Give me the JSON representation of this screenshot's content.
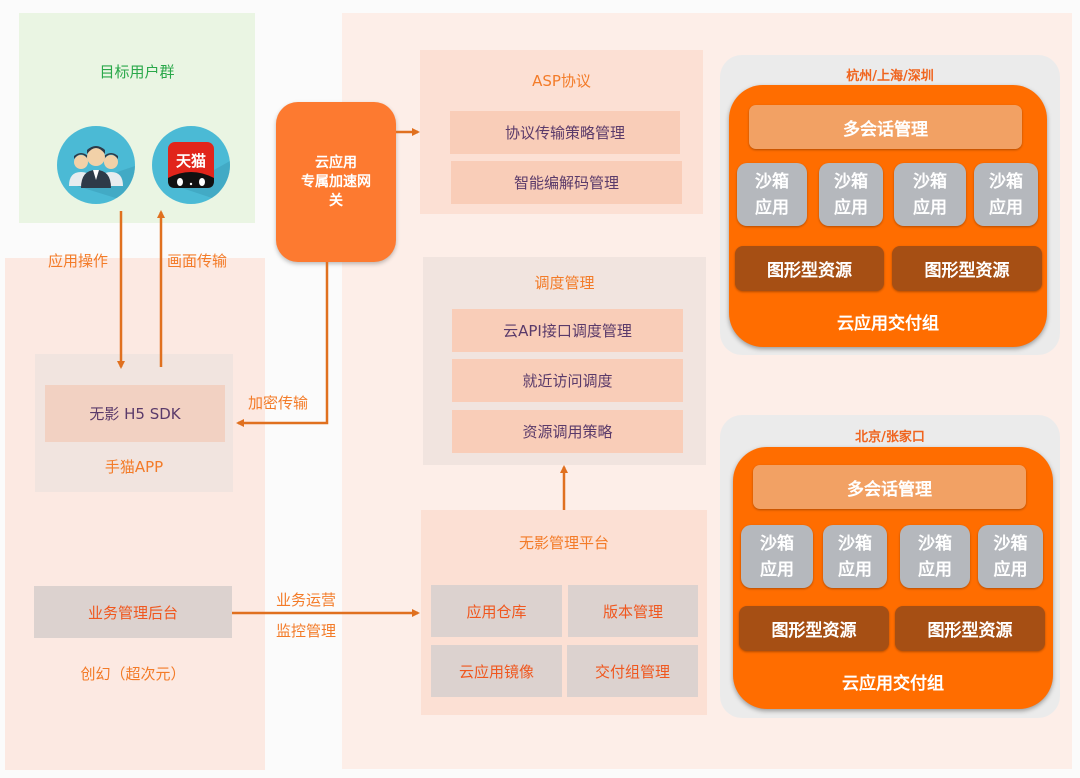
{
  "colors": {
    "accent": "#ff6d00",
    "gateway": "#fd7a30",
    "arrow": "#e0701f",
    "label_orange": "#f37b28",
    "item_text_purple": "#5a3a6a",
    "users_green": "#2aa84a",
    "gpu_brown": "#a64f14",
    "sandbox_gray": "#b5b8bd"
  },
  "users": {
    "title": "目标用户群",
    "icons": [
      "people-group-icon",
      "tmall-app-icon"
    ],
    "tmall_badge_text": "天猫"
  },
  "client": {
    "sdk_label": "无影 H5 SDK",
    "app_label": "手猫APP"
  },
  "backend": {
    "box_label": "业务管理后台",
    "caption": "创幻（超次元）"
  },
  "gateway": {
    "lines": [
      "云应用",
      "专属加速网",
      "关"
    ]
  },
  "flows": {
    "app_operation": "应用操作",
    "screen_transfer": "画面传输",
    "encrypted_transfer": "加密传输",
    "biz_ops_line1": "业务运营",
    "biz_ops_line2": "监控管理"
  },
  "asp": {
    "title": "ASP协议",
    "items": [
      "协议传输策略管理",
      "智能编解码管理"
    ]
  },
  "scheduling": {
    "title": "调度管理",
    "items": [
      "云API接口调度管理",
      "就近访问调度",
      "资源调用策略"
    ]
  },
  "platform": {
    "title": "无影管理平台",
    "cells": [
      "应用仓库",
      "版本管理",
      "云应用镜像",
      "交付组管理"
    ]
  },
  "regions": [
    {
      "label": "杭州/上海/深圳",
      "session_label": "多会话管理",
      "sandboxes": [
        {
          "line1": "沙箱",
          "line2": "应用"
        },
        {
          "line1": "沙箱",
          "line2": "应用"
        },
        {
          "line1": "沙箱",
          "line2": "应用"
        },
        {
          "line1": "沙箱",
          "line2": "应用"
        }
      ],
      "gpu_resources": [
        "图形型资源",
        "图形型资源"
      ],
      "group_label": "云应用交付组"
    },
    {
      "label": "北京/张家口",
      "session_label": "多会话管理",
      "sandboxes": [
        {
          "line1": "沙箱",
          "line2": "应用"
        },
        {
          "line1": "沙箱",
          "line2": "应用"
        },
        {
          "line1": "沙箱",
          "line2": "应用"
        },
        {
          "line1": "沙箱",
          "line2": "应用"
        }
      ],
      "gpu_resources": [
        "图形型资源",
        "图形型资源"
      ],
      "group_label": "云应用交付组"
    }
  ]
}
